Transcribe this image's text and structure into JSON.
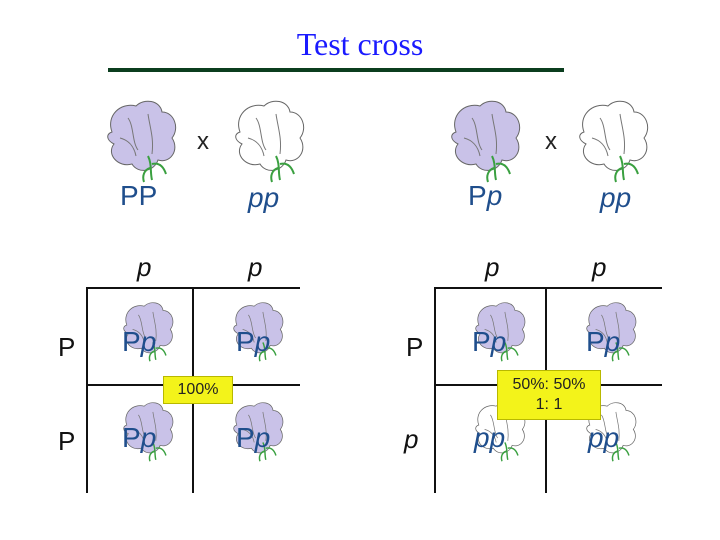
{
  "title": "Test cross",
  "cross_sign": "x",
  "left": {
    "parent1": "PP",
    "parent2": "pp",
    "gametes_top": [
      "p",
      "p"
    ],
    "gametes_side": [
      "P",
      "P"
    ],
    "cells": [
      [
        "Pp",
        "Pp"
      ],
      [
        "Pp",
        "Pp"
      ]
    ],
    "ratio": "100%"
  },
  "right": {
    "parent1": "Pp",
    "parent2": "pp",
    "gametes_top": [
      "p",
      "p"
    ],
    "gametes_side": [
      "P",
      "p"
    ],
    "cells": [
      [
        "Pp",
        "Pp"
      ],
      [
        "pp",
        "pp"
      ]
    ],
    "ratio_line1": "50%: 50%",
    "ratio_line2": "1: 1"
  },
  "colors": {
    "purple_flower": "#c9c2e8",
    "white_flower": "#ffffff",
    "leaf": "#3aa040",
    "grid": "#111111",
    "callout": "#f3f31a"
  }
}
